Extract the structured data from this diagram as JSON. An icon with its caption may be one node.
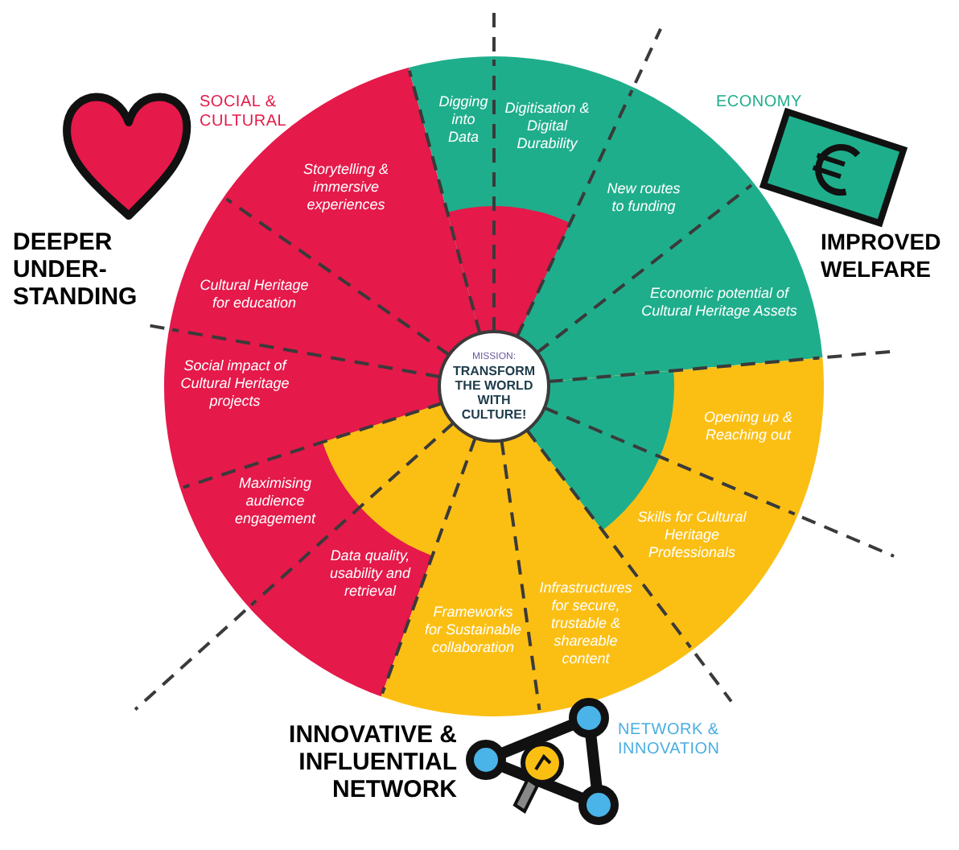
{
  "diagram": {
    "nodes": [
      {
        "text": [
          "MISSION:",
          "TRANSFORM THE WORLD WITH CULTURE!"
        ]
      },
      {
        "text": [
          "Digging into Data"
        ]
      },
      {
        "text": [
          "Digitisation & Digital Durability"
        ]
      },
      {
        "text": [
          "New routes to funding"
        ]
      },
      {
        "text": [
          "Economic potential of Cultural Heritage Assets"
        ]
      },
      {
        "text": [
          "Opening up & Reaching out"
        ]
      },
      {
        "text": [
          "Skills for Cultural Heritage Professionals"
        ]
      },
      {
        "text": [
          "Infrastructures for secure, trustable & shareable content"
        ]
      },
      {
        "text": [
          "Frameworks for Sustainable collaboration"
        ]
      },
      {
        "text": [
          "Data quality, usability and retrieval"
        ]
      },
      {
        "text": [
          "Maximising audience engagement"
        ]
      },
      {
        "text": [
          "Social impact of Cultural Heritage projects"
        ]
      },
      {
        "text": [
          "Cultural Heritage for education"
        ]
      },
      {
        "text": [
          "Storytelling & immersive experiences"
        ]
      }
    ],
    "edges": [],
    "labels": [
      "SOCIAL & CULTURAL",
      "DEEPER UNDER-STANDING",
      "ECONOMY",
      "IMPROVED WELFARE",
      "INNOVATIVE & INFLUENTIAL NETWORK",
      "NETWORK & INNOVATION"
    ]
  }
}
